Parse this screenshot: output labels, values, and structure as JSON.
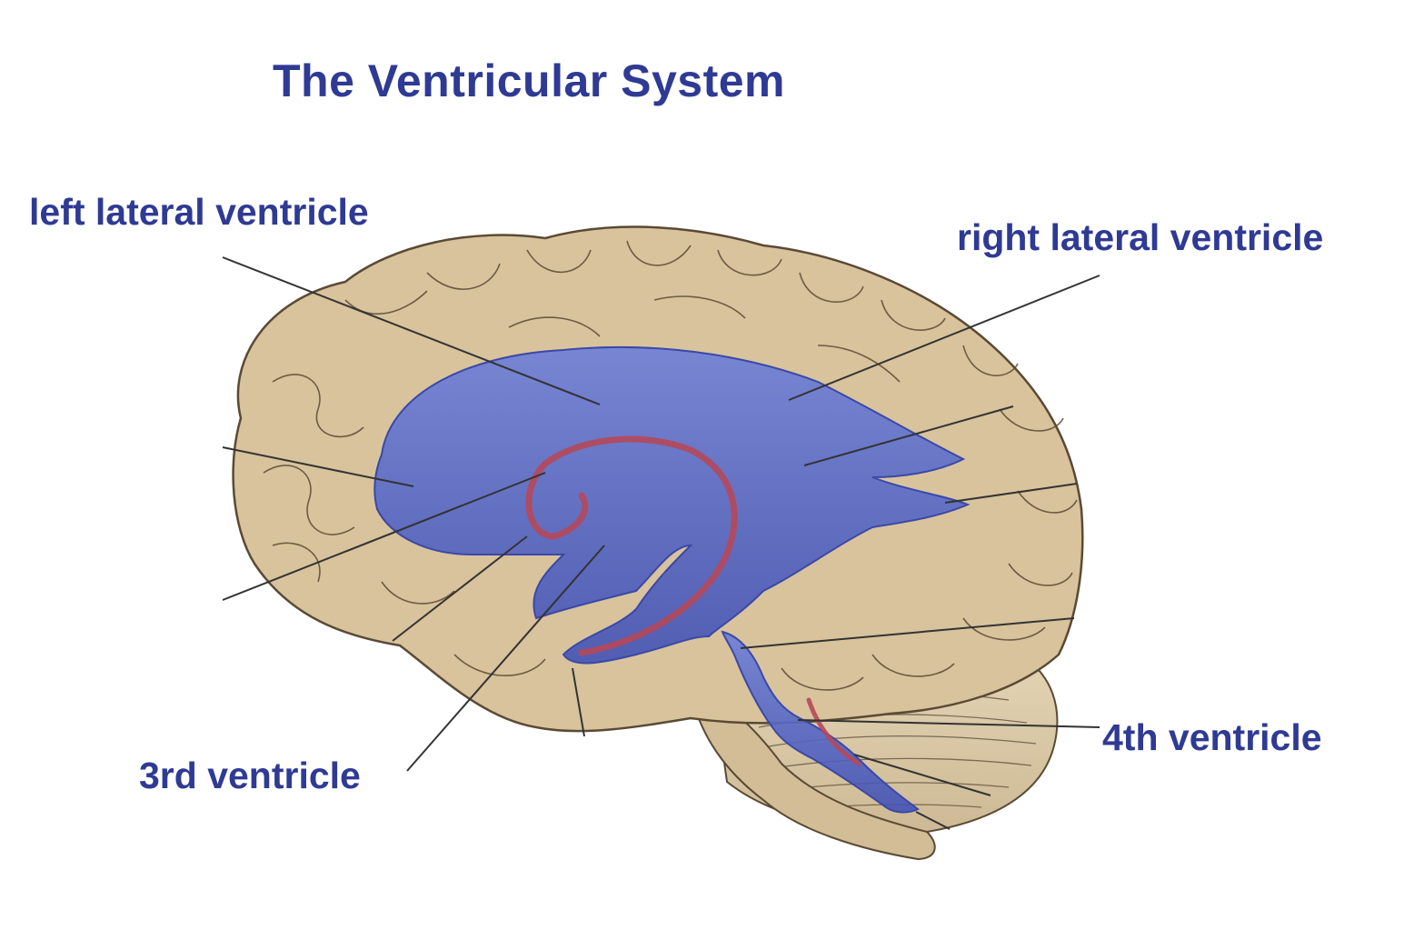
{
  "title": "The Ventricular System",
  "labels": {
    "left_lateral": "left lateral ventricle",
    "right_lateral": "right lateral ventricle",
    "third": "3rd ventricle",
    "fourth": "4th ventricle"
  },
  "colors": {
    "label_text": "#2f3a94",
    "brain_tissue": "#d8c39c",
    "gyri_outline": "#5a4a35",
    "ventricle_fill": "#5a6cc8",
    "choroid_plexus": "#b5485a",
    "leader_line": "#333333"
  }
}
